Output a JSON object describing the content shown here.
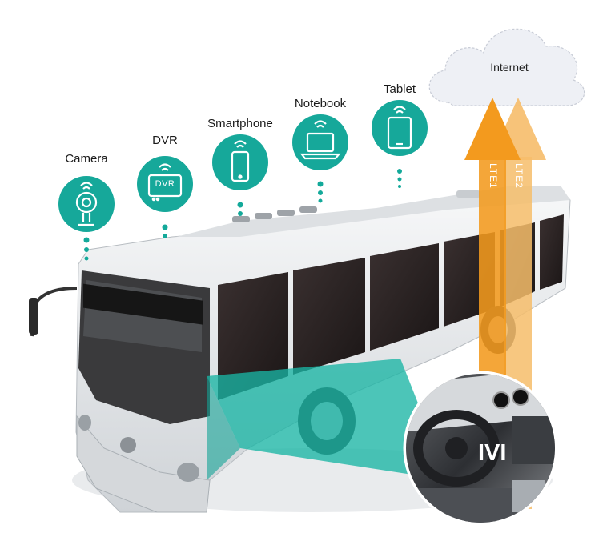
{
  "diagram": {
    "cloud_label": "Internet",
    "hub_label": "IVI",
    "links": [
      {
        "label": "LTE1",
        "color": "#f39a1e"
      },
      {
        "label": "LTE2",
        "color": "#f6bd6a"
      }
    ],
    "devices": [
      {
        "label": "Camera",
        "icon": "camera-icon"
      },
      {
        "label": "DVR",
        "icon": "dvr-icon",
        "icon_text": "DVR"
      },
      {
        "label": "Smartphone",
        "icon": "smartphone-icon"
      },
      {
        "label": "Notebook",
        "icon": "notebook-icon"
      },
      {
        "label": "Tablet",
        "icon": "tablet-icon"
      }
    ],
    "colors": {
      "device_node": "#16a89a",
      "beam": "#19b5a4",
      "bus_body": "#eef0f2"
    }
  }
}
